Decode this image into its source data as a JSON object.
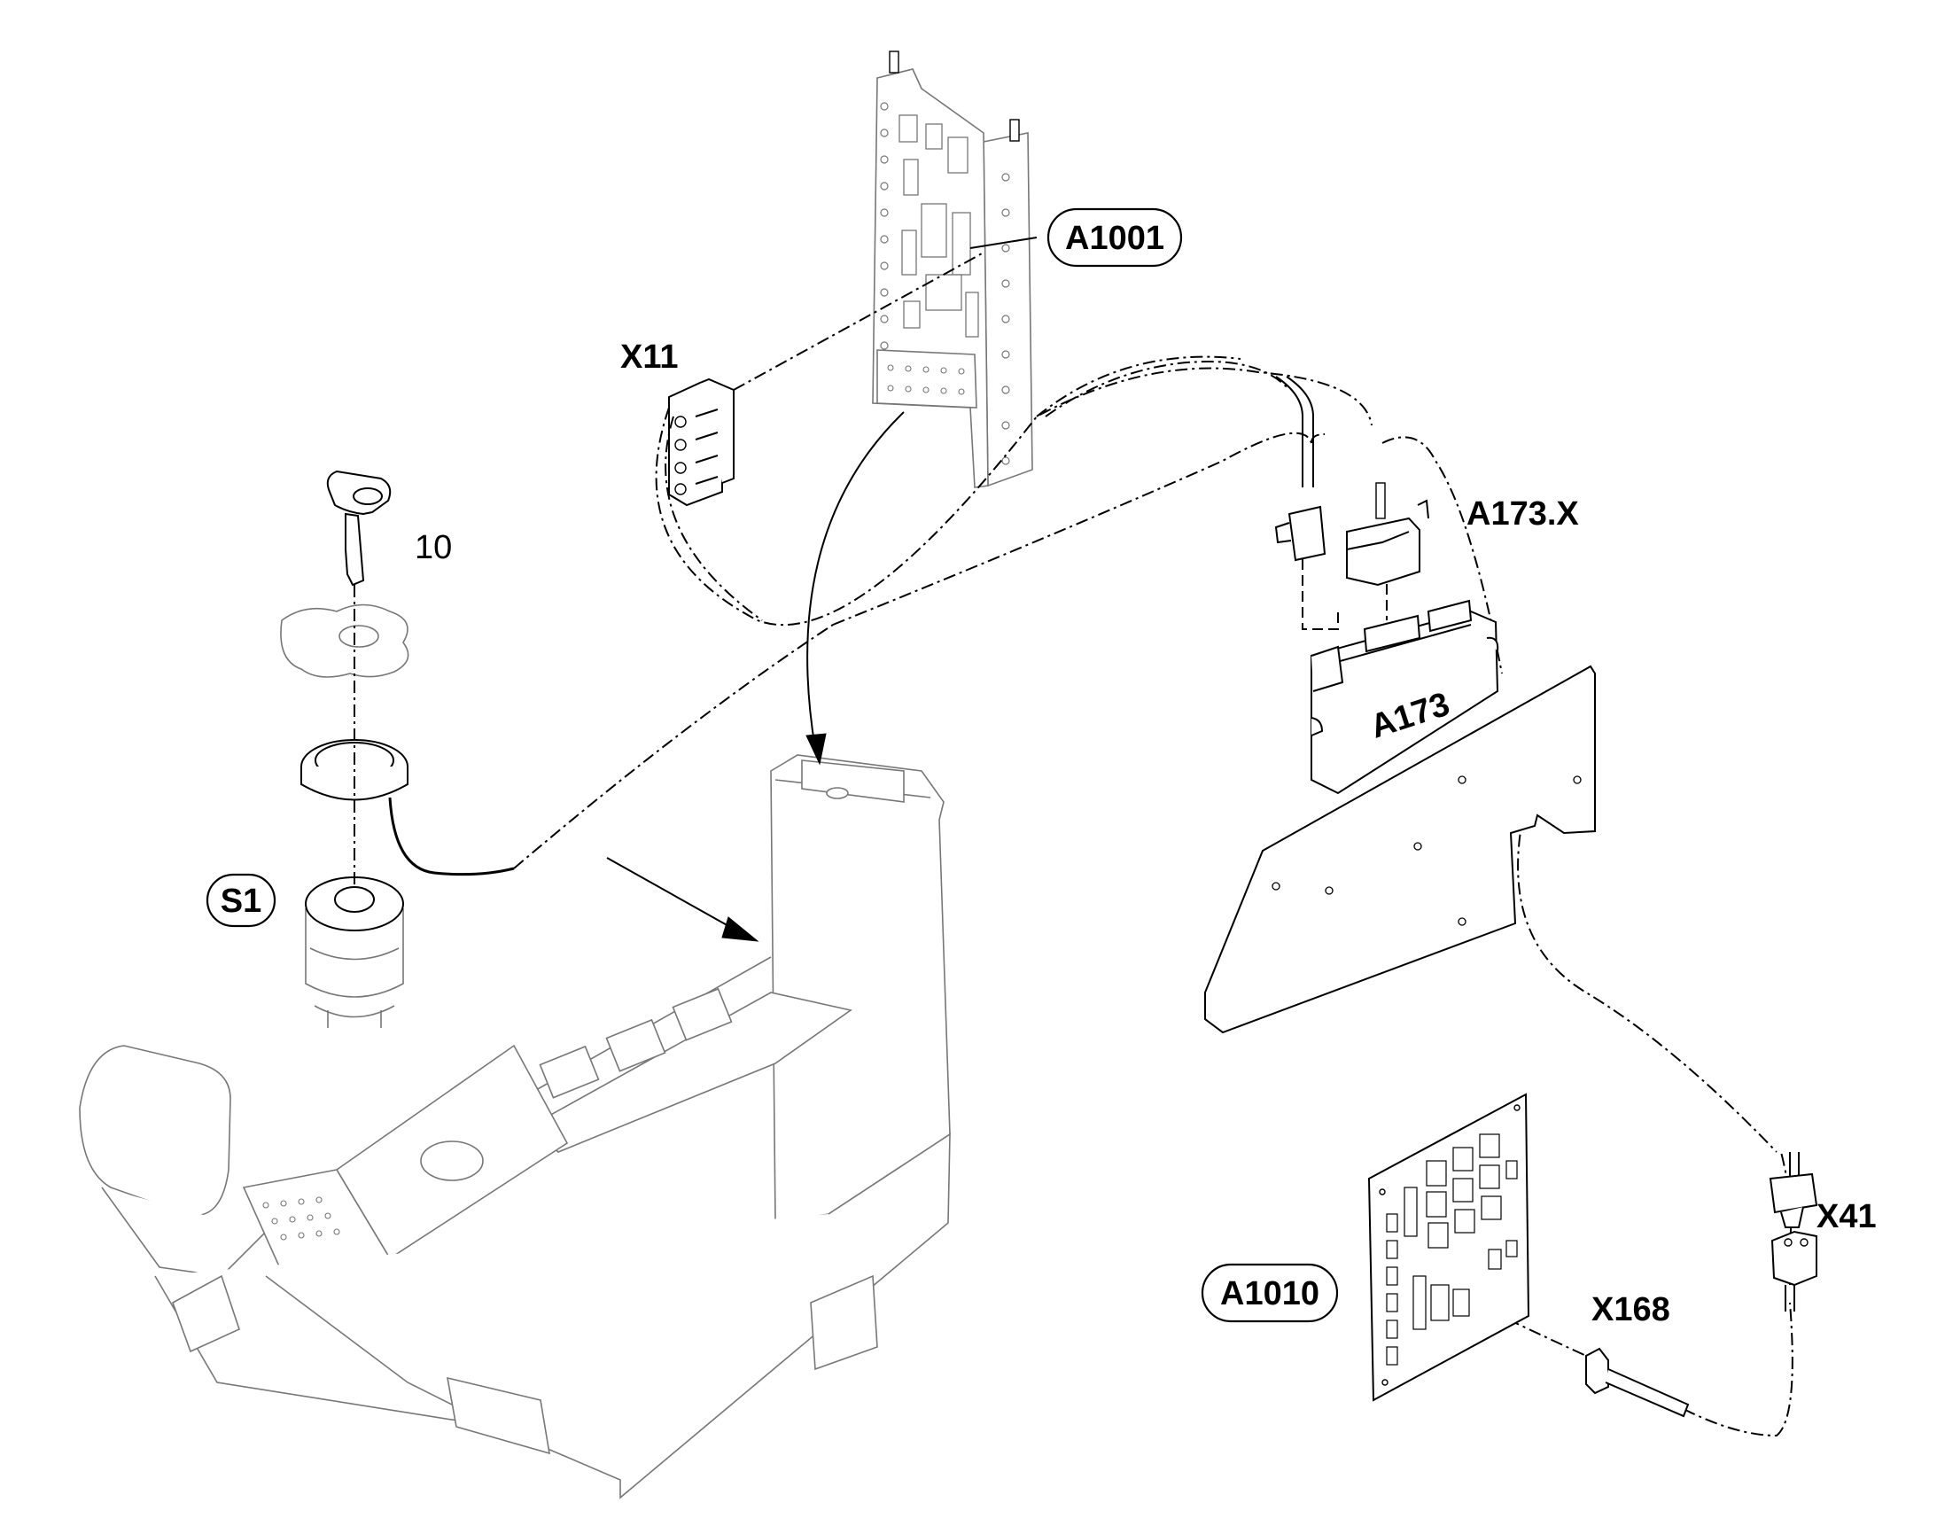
{
  "labels": {
    "a1001": "A1001",
    "x11": "X11",
    "key_item": "10",
    "a173x": "A173.X",
    "a173": "A173",
    "s1": "S1",
    "x41": "X41",
    "a1010": "A1010",
    "x168": "X168"
  }
}
